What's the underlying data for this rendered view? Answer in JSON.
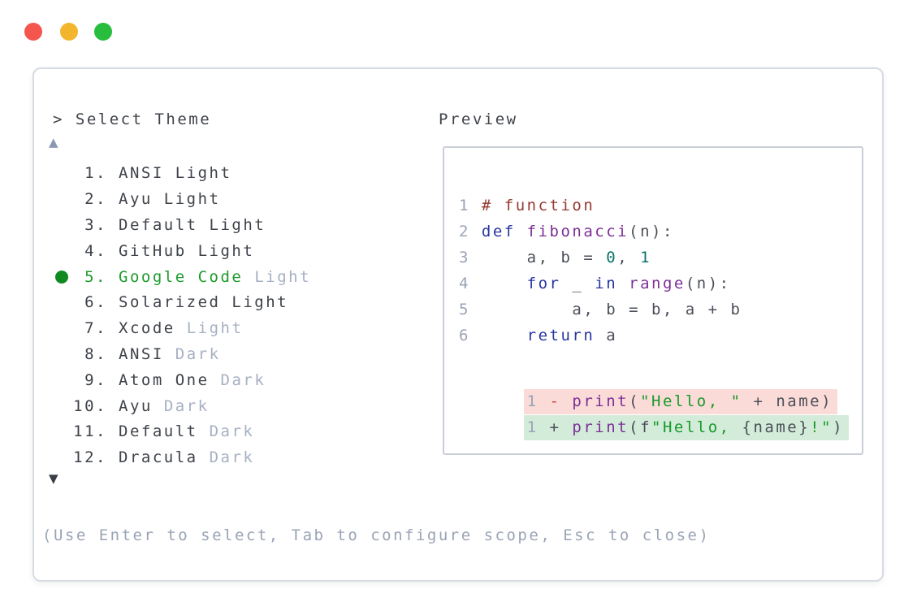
{
  "window": {
    "traffic_lights": {
      "close": "#f4564d",
      "minimize": "#f4b52e",
      "maximize": "#28bd3d"
    }
  },
  "picker": {
    "prompt": "> Select Theme",
    "scroll_up": "▲",
    "scroll_down": "▼",
    "hint": "(Use Enter to select, Tab to configure scope, Esc to close)",
    "selected_index": 5,
    "items": [
      {
        "num": "1.",
        "name": "ANSI Light",
        "variant": ""
      },
      {
        "num": "2.",
        "name": "Ayu Light",
        "variant": ""
      },
      {
        "num": "3.",
        "name": "Default Light",
        "variant": ""
      },
      {
        "num": "4.",
        "name": "GitHub Light",
        "variant": ""
      },
      {
        "num": "5.",
        "name": "Google Code",
        "variant": "Light"
      },
      {
        "num": "6.",
        "name": "Solarized Light",
        "variant": ""
      },
      {
        "num": "7.",
        "name": "Xcode",
        "variant": "Light"
      },
      {
        "num": "8.",
        "name": "ANSI",
        "variant": "Dark"
      },
      {
        "num": "9.",
        "name": "Atom One",
        "variant": "Dark"
      },
      {
        "num": "10.",
        "name": "Ayu",
        "variant": "Dark"
      },
      {
        "num": "11.",
        "name": "Default",
        "variant": "Dark"
      },
      {
        "num": "12.",
        "name": "Dracula",
        "variant": "Dark"
      }
    ]
  },
  "preview": {
    "label": "Preview",
    "code": [
      [
        {
          "t": "1 ",
          "c": "ln"
        },
        {
          "t": "# function",
          "c": "comment"
        }
      ],
      [
        {
          "t": "2 ",
          "c": "ln"
        },
        {
          "t": "def",
          "c": "keyword"
        },
        {
          "t": " ",
          "c": "plain"
        },
        {
          "t": "fibonacci",
          "c": "title"
        },
        {
          "t": "(n):",
          "c": "plain"
        }
      ],
      [
        {
          "t": "3 ",
          "c": "ln"
        },
        {
          "t": "    a, b = ",
          "c": "plain"
        },
        {
          "t": "0",
          "c": "number"
        },
        {
          "t": ", ",
          "c": "plain"
        },
        {
          "t": "1",
          "c": "number"
        }
      ],
      [
        {
          "t": "4 ",
          "c": "ln"
        },
        {
          "t": "    ",
          "c": "plain"
        },
        {
          "t": "for",
          "c": "keyword"
        },
        {
          "t": " _ ",
          "c": "plain"
        },
        {
          "t": "in",
          "c": "keyword"
        },
        {
          "t": " ",
          "c": "plain"
        },
        {
          "t": "range",
          "c": "title"
        },
        {
          "t": "(n):",
          "c": "plain"
        }
      ],
      [
        {
          "t": "5 ",
          "c": "ln"
        },
        {
          "t": "        a, b = b, a + b",
          "c": "plain"
        }
      ],
      [
        {
          "t": "6 ",
          "c": "ln"
        },
        {
          "t": "    ",
          "c": "plain"
        },
        {
          "t": "return",
          "c": "keyword"
        },
        {
          "t": " a",
          "c": "plain"
        }
      ]
    ],
    "diff": [
      {
        "kind": "removed",
        "tokens": [
          {
            "t": "1 ",
            "c": "ln"
          },
          {
            "t": "- ",
            "c": "minus"
          },
          {
            "t": "print",
            "c": "title"
          },
          {
            "t": "(",
            "c": "plain"
          },
          {
            "t": "\"Hello, \"",
            "c": "string"
          },
          {
            "t": " + name)",
            "c": "plain"
          }
        ]
      },
      {
        "kind": "added",
        "tokens": [
          {
            "t": "1 ",
            "c": "ln"
          },
          {
            "t": "+ ",
            "c": "plus"
          },
          {
            "t": "print",
            "c": "title"
          },
          {
            "t": "(f",
            "c": "plain"
          },
          {
            "t": "\"Hello, ",
            "c": "string"
          },
          {
            "t": "{name}",
            "c": "plain"
          },
          {
            "t": "!\"",
            "c": "string"
          },
          {
            "t": ")",
            "c": "plain"
          }
        ]
      }
    ]
  },
  "colors": {
    "selected_green": "#1d9b2c",
    "selected_dot": "#108a20",
    "muted_variant": "#a6b0c3",
    "removed_bg": "#fadbd8",
    "added_bg": "#d2ecd9",
    "panel_border": "#d7dbe2",
    "preview_border": "#caced7"
  }
}
